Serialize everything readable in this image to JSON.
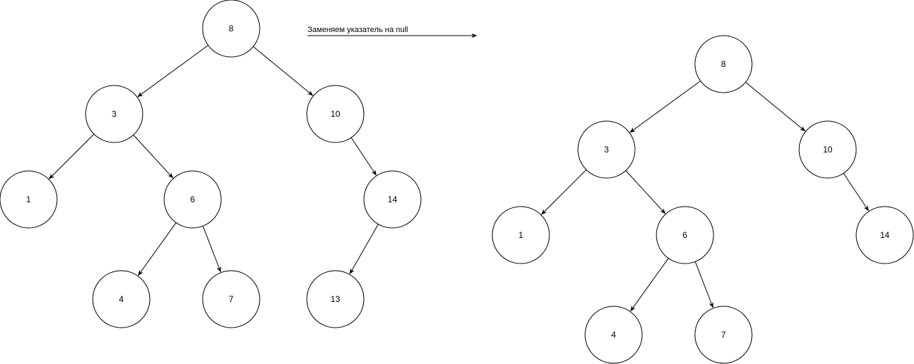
{
  "caption": "Заменяем указатель на null",
  "colors": {
    "stroke": "#000000",
    "fill": "#ffffff",
    "text": "#000000"
  },
  "tree_before": {
    "nodes": [
      "8",
      "3",
      "10",
      "1",
      "6",
      "14",
      "4",
      "7",
      "13"
    ],
    "edges": [
      [
        "8",
        "3"
      ],
      [
        "8",
        "10"
      ],
      [
        "3",
        "1"
      ],
      [
        "3",
        "6"
      ],
      [
        "10",
        "14"
      ],
      [
        "6",
        "4"
      ],
      [
        "6",
        "7"
      ],
      [
        "14",
        "13"
      ]
    ]
  },
  "tree_after": {
    "nodes": [
      "8",
      "3",
      "10",
      "1",
      "6",
      "14",
      "4",
      "7"
    ],
    "edges": [
      [
        "8",
        "3"
      ],
      [
        "8",
        "10"
      ],
      [
        "3",
        "1"
      ],
      [
        "3",
        "6"
      ],
      [
        "10",
        "14"
      ],
      [
        "6",
        "4"
      ],
      [
        "6",
        "7"
      ]
    ]
  }
}
